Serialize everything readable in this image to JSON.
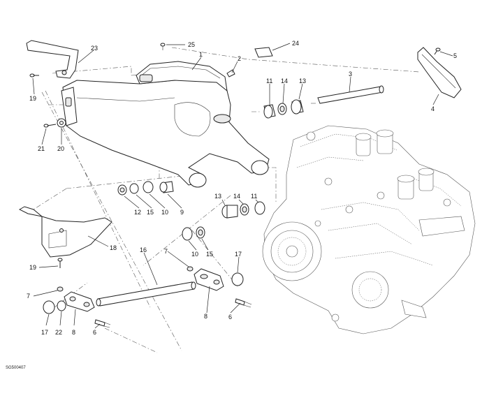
{
  "drawing_code": "SG500407",
  "callouts": [
    {
      "key": "c1",
      "text": "1"
    },
    {
      "key": "c2",
      "text": "2"
    },
    {
      "key": "c3",
      "text": "3"
    },
    {
      "key": "c4",
      "text": "4"
    },
    {
      "key": "c5",
      "text": "5"
    },
    {
      "key": "c6a",
      "text": "6"
    },
    {
      "key": "c6b",
      "text": "6"
    },
    {
      "key": "c7a",
      "text": "7"
    },
    {
      "key": "c7b",
      "text": "7"
    },
    {
      "key": "c8a",
      "text": "8"
    },
    {
      "key": "c8b",
      "text": "8"
    },
    {
      "key": "c9",
      "text": "9"
    },
    {
      "key": "c10a",
      "text": "10"
    },
    {
      "key": "c10b",
      "text": "10"
    },
    {
      "key": "c11a",
      "text": "11"
    },
    {
      "key": "c11b",
      "text": "11"
    },
    {
      "key": "c12",
      "text": "12"
    },
    {
      "key": "c13a",
      "text": "13"
    },
    {
      "key": "c13b",
      "text": "13"
    },
    {
      "key": "c14a",
      "text": "14"
    },
    {
      "key": "c14b",
      "text": "14"
    },
    {
      "key": "c15a",
      "text": "15"
    },
    {
      "key": "c15b",
      "text": "15"
    },
    {
      "key": "c16",
      "text": "16"
    },
    {
      "key": "c17a",
      "text": "17"
    },
    {
      "key": "c17b",
      "text": "17"
    },
    {
      "key": "c18",
      "text": "18"
    },
    {
      "key": "c19a",
      "text": "19"
    },
    {
      "key": "c19b",
      "text": "19"
    },
    {
      "key": "c20",
      "text": "20"
    },
    {
      "key": "c21",
      "text": "21"
    },
    {
      "key": "c22",
      "text": "22"
    },
    {
      "key": "c23",
      "text": "23"
    },
    {
      "key": "c24",
      "text": "24"
    },
    {
      "key": "c25",
      "text": "25"
    }
  ]
}
